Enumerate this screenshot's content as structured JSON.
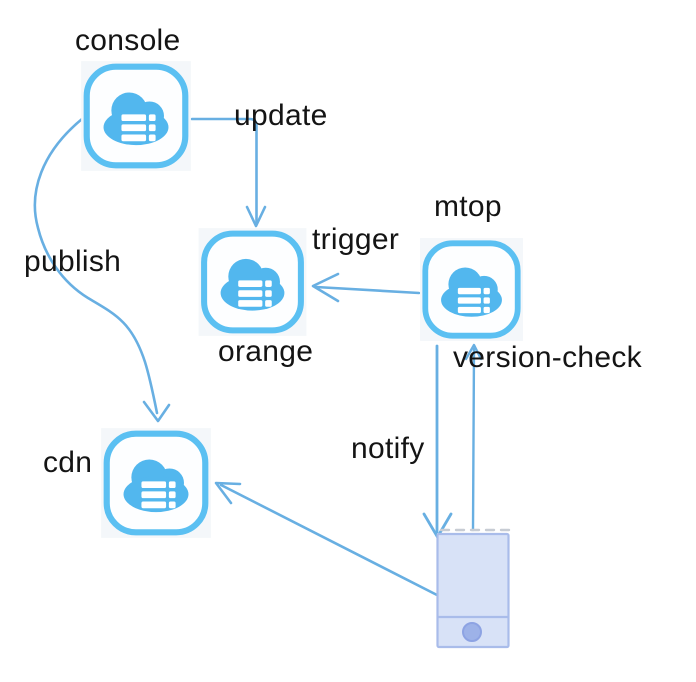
{
  "colors": {
    "background": "#ffffff",
    "node_border": "#5bc0f2",
    "cloud_fill": "#52b7ee",
    "arrow": "#68afe2",
    "label_text": "#141414",
    "device_fill": "#d8e2f7",
    "device_border": "#a9bcea",
    "device_home_button": "#9db2e8",
    "device_top_dashes": "#c7ccd4"
  },
  "nodes": {
    "console": {
      "label": "console",
      "icon": "cloud-server-icon"
    },
    "orange": {
      "label": "orange",
      "icon": "cloud-server-icon"
    },
    "mtop": {
      "label": "mtop",
      "icon": "cloud-server-icon"
    },
    "cdn": {
      "label": "cdn",
      "icon": "cloud-server-icon"
    },
    "device": {
      "label": "",
      "icon": "mobile-device-icon"
    }
  },
  "edges": {
    "update": {
      "label": "update",
      "from": "console",
      "to": "orange"
    },
    "publish": {
      "label": "publish",
      "from": "console",
      "to": "cdn"
    },
    "trigger": {
      "label": "trigger",
      "from": "mtop",
      "to": "orange"
    },
    "notify": {
      "label": "notify",
      "from": "mtop",
      "to": "device"
    },
    "version_check": {
      "label": "version-check",
      "from": "device",
      "to": "mtop"
    },
    "device_to_cdn": {
      "label": "",
      "from": "device",
      "to": "cdn"
    }
  }
}
